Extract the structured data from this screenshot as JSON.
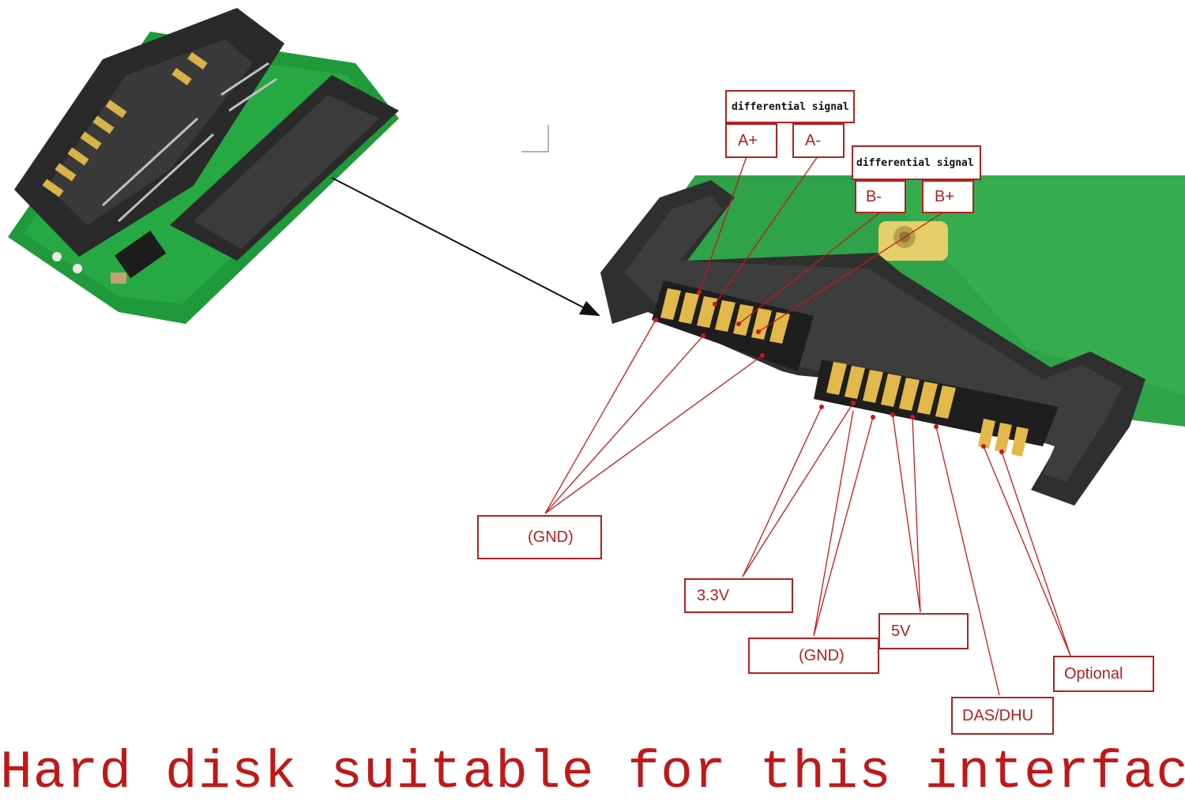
{
  "colors": {
    "pcb_green": "#1f9a3a",
    "pcb_green_light": "#3cb04d",
    "connector_black": "#2a2a2a",
    "gold_contact": "#d9b24a",
    "label_red": "#b22020",
    "caption_red": "#c01818"
  },
  "labels": {
    "diff_signal_a": "differential signal",
    "a_plus": "A+",
    "a_minus": "A-",
    "diff_signal_b": "differential signal",
    "b_minus": "B-",
    "b_plus": "B+",
    "gnd_left": "(GND)",
    "v33": "3.3V",
    "gnd_right": "(GND)",
    "v5": "5V",
    "das_dhu": "DAS/DHU",
    "optional": "Optional"
  },
  "caption": "Hard disk suitable for this interface"
}
